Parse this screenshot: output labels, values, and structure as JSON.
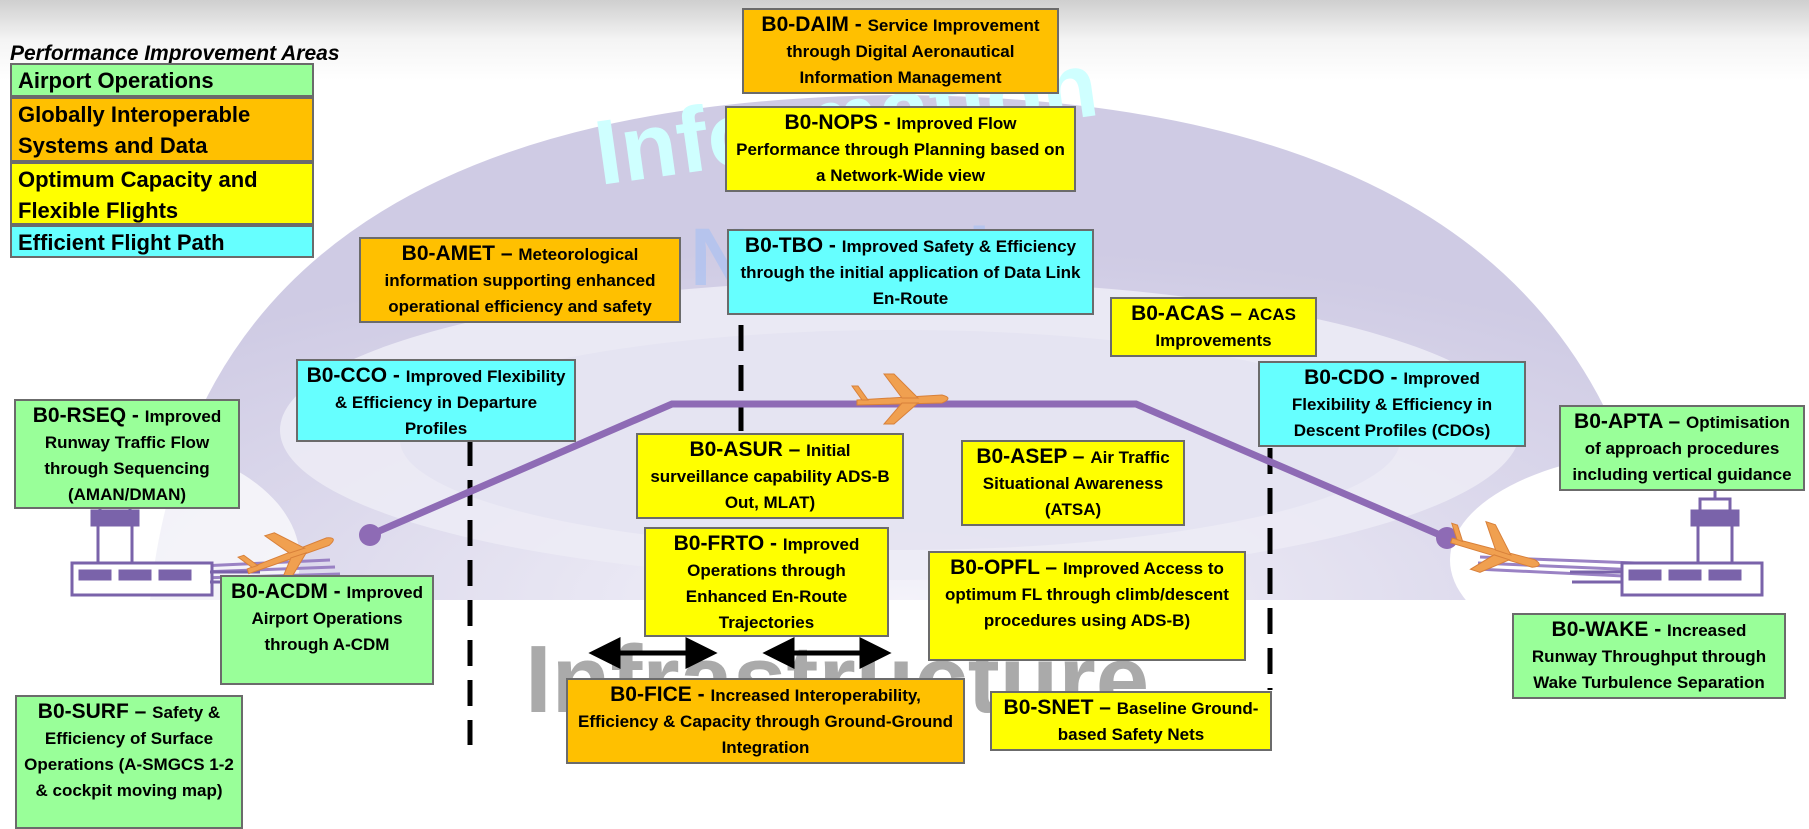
{
  "legend": {
    "title": "Performance Improvement Areas",
    "items": [
      {
        "label": "Airport Operations",
        "color": "#99ff99"
      },
      {
        "label": "Globally Interoperable Systems and Data",
        "color": "#ffc000"
      },
      {
        "label": "Optimum Capacity and Flexible Flights",
        "color": "#ffff00"
      },
      {
        "label": "Efficient Flight Path",
        "color": "#66ffff"
      }
    ]
  },
  "watermarks": {
    "information": "Information",
    "network": "Network",
    "infrastructure": "Infrastructure"
  },
  "modules": {
    "daim": {
      "code": "B0-DAIM - ",
      "desc": "Service Improvement through Digital Aeronautical Information Management"
    },
    "nops": {
      "code": "B0-NOPS - ",
      "desc": "Improved Flow Performance through Planning based on a Network-Wide view"
    },
    "amet": {
      "code": "B0-AMET – ",
      "desc": "Meteorological information supporting enhanced operational efficiency and safety"
    },
    "tbo": {
      "code": "B0-TBO - ",
      "desc": "Improved Safety & Efficiency through the initial application of Data Link En-Route"
    },
    "acas": {
      "code": "B0-ACAS – ",
      "desc": "ACAS Improvements"
    },
    "cco": {
      "code": "B0-CCO - ",
      "desc": "Improved Flexibility & Efficiency in Departure Profiles"
    },
    "cdo": {
      "code": "B0-CDO - ",
      "desc": "Improved Flexibility & Efficiency in Descent Profiles (CDOs)"
    },
    "rseq": {
      "code": "B0-RSEQ - ",
      "desc": " Improved Runway Traffic Flow through Sequencing (AMAN/DMAN)"
    },
    "apta": {
      "code": "B0-APTA – ",
      "desc": "Optimisation of approach procedures including vertical guidance"
    },
    "asur": {
      "code": "B0-ASUR – ",
      "desc": "Initial surveillance capability ADS-B Out, MLAT)"
    },
    "asep": {
      "code": "B0-ASEP – ",
      "desc": "Air Traffic Situational Awareness (ATSA)"
    },
    "frto": {
      "code": "B0-FRTO - ",
      "desc": "Improved Operations through Enhanced En-Route Trajectories"
    },
    "opfl": {
      "code": "B0-OPFL – ",
      "desc": "Improved Access to optimum FL through climb/descent procedures using ADS-B)"
    },
    "acdm": {
      "code": "B0-ACDM - ",
      "desc": "Improved Airport Operations through A-CDM"
    },
    "wake": {
      "code": "B0-WAKE - ",
      "desc": "Increased Runway Throughput through Wake Turbulence Separation"
    },
    "surf": {
      "code": "B0-SURF – ",
      "desc": "Safety & Efficiency of Surface Operations (A-SMGCS 1-2 & cockpit moving map)"
    },
    "fice": {
      "code": "B0-FICE - ",
      "desc": "Increased Interoperability, Efficiency & Capacity through Ground-Ground Integration"
    },
    "snet": {
      "code": "B0-SNET – ",
      "desc": "Baseline Ground-based Safety Nets"
    }
  },
  "colors": {
    "flight_path": "#8e6bb5",
    "aircraft": "#f0a050",
    "arc": "#d6d3ea"
  }
}
